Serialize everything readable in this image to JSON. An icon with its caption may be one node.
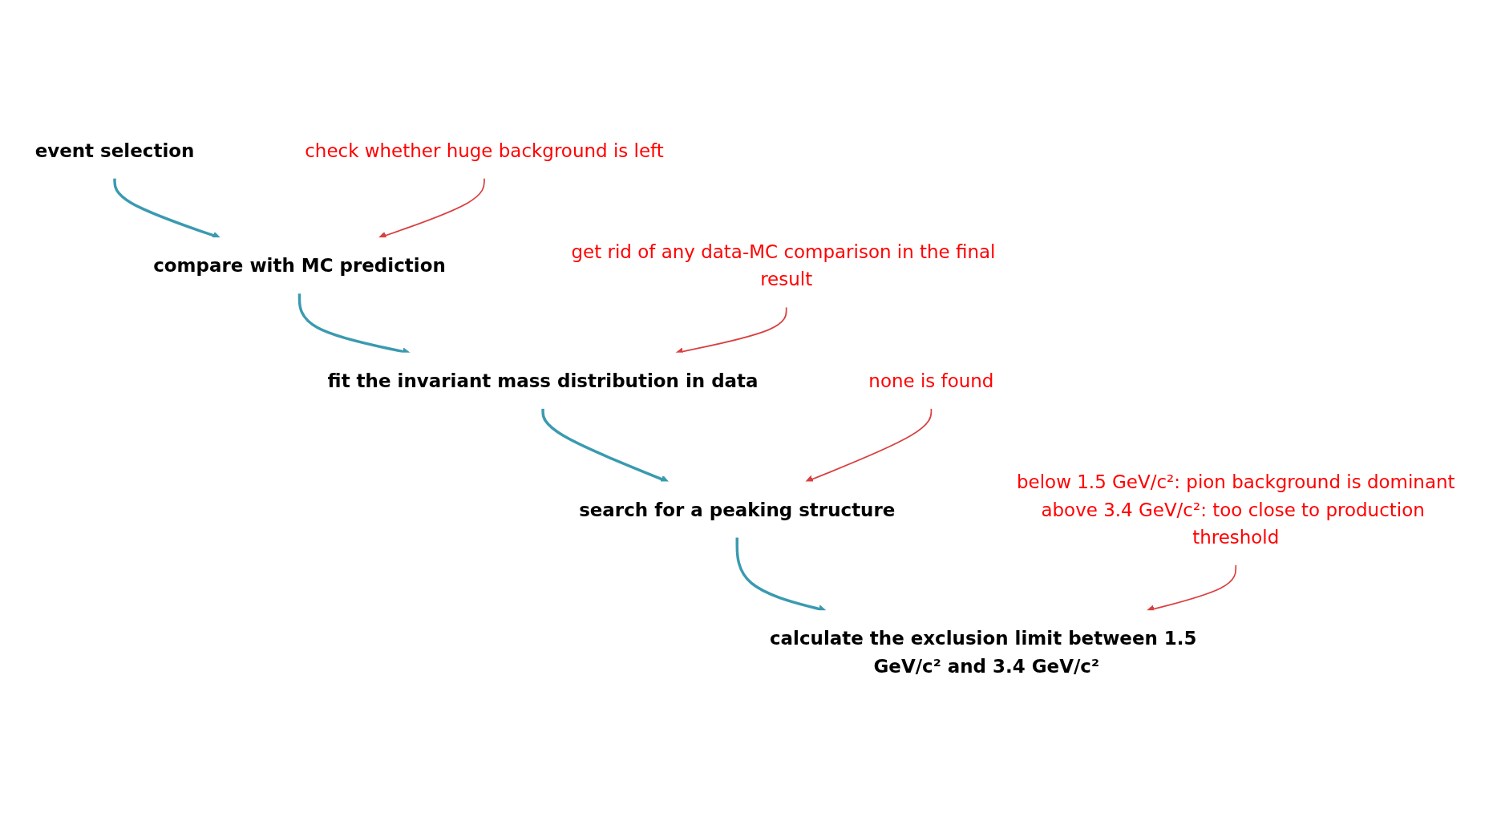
{
  "diagram": {
    "nodes": [
      {
        "text": [
          "event selection"
        ]
      },
      {
        "text": [
          "compare with MC prediction"
        ]
      },
      {
        "text": [
          "fit the invariant mass distribution in data"
        ]
      },
      {
        "text": [
          "search for a peaking structure"
        ]
      },
      {
        "text": [
          "calculate the exclusion limit between 1.5 GeV/c² and 3.4 GeV/c²"
        ]
      },
      {
        "text": [
          "check whether huge background is left"
        ]
      },
      {
        "text": [
          "get rid of any data-MC comparison in the final result"
        ]
      },
      {
        "text": [
          "none is found"
        ]
      },
      {
        "text": [
          "below 1.5 GeV/c²: pion background is dominant",
          "above 3.4 GeV/c²: too close to production threshold"
        ]
      }
    ],
    "edges": [
      {
        "from": 0,
        "to": 1,
        "arrow": "to"
      },
      {
        "from": 1,
        "to": 2,
        "arrow": "to"
      },
      {
        "from": 2,
        "to": 3,
        "arrow": "to"
      },
      {
        "from": 3,
        "to": 4,
        "arrow": "to"
      },
      {
        "from": 5,
        "to": 1,
        "arrow": "to",
        "color": "#d94040"
      },
      {
        "from": 6,
        "to": 2,
        "arrow": "to",
        "color": "#d94040"
      },
      {
        "from": 7,
        "to": 3,
        "arrow": "to",
        "color": "#d94040"
      },
      {
        "from": 8,
        "to": 4,
        "arrow": "to",
        "color": "#d94040"
      }
    ]
  }
}
